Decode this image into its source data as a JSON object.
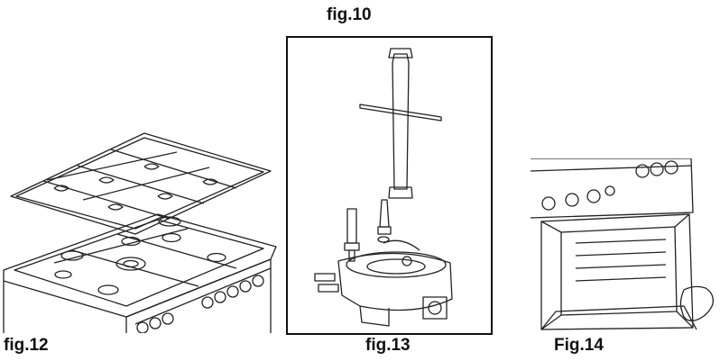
{
  "captions": {
    "fig10": "fig.10",
    "fig12": "fig.12",
    "fig13": "fig.13",
    "fig14": "Fig.14"
  }
}
